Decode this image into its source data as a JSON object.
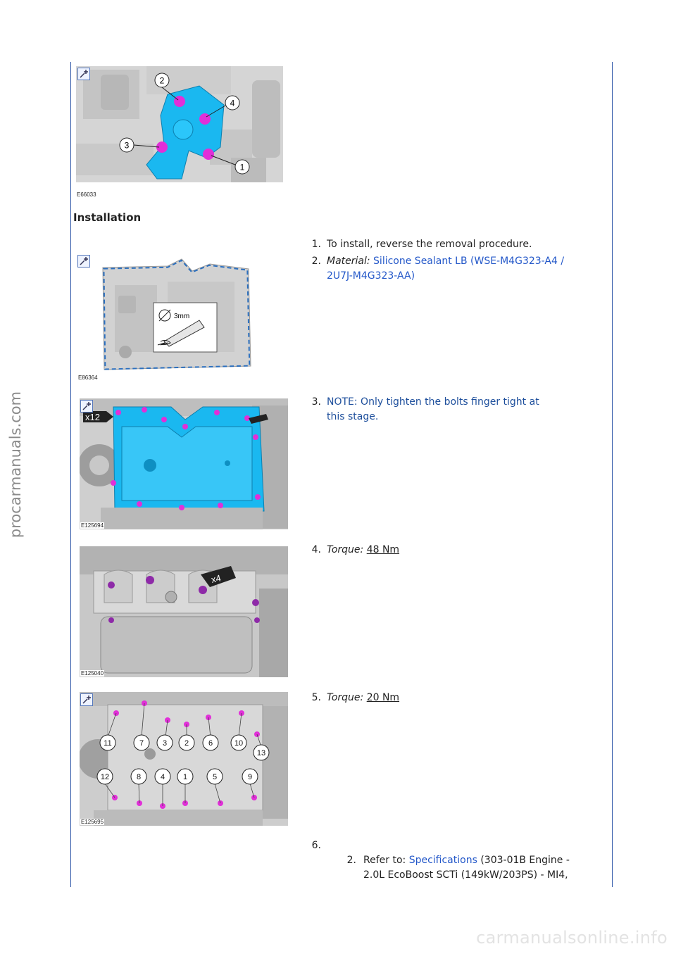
{
  "watermarks": {
    "side": "procarmanuals.com",
    "bottom": "carmanualsonline.info"
  },
  "figures": [
    {
      "code": "E66033",
      "icon": "zoom-plus-icon",
      "callouts": [
        "2",
        "4",
        "3",
        "1"
      ]
    },
    {
      "code": "E86364",
      "icon": "zoom-plus-icon",
      "callouts": [
        "3mm"
      ]
    },
    {
      "code": "E125694",
      "icon": "zoom-plus-icon",
      "callouts": [
        "x12"
      ]
    },
    {
      "code": "E125040",
      "icon": "zoom-plus-icon",
      "callouts": [
        "x4"
      ]
    },
    {
      "code": "E125695",
      "icon": "zoom-plus-icon",
      "callouts": [
        "11",
        "7",
        "3",
        "2",
        "6",
        "10",
        "13",
        "12",
        "8",
        "4",
        "1",
        "5",
        "9"
      ]
    }
  ],
  "section": {
    "heading": "Installation"
  },
  "steps": [
    {
      "number": "1.",
      "text": "To install, reverse the removal procedure."
    },
    {
      "number": "2.",
      "label": "Material:",
      "value": "Silicone Sealant LB (WSE-M4G323-A4 /",
      "value_line2": "2U7J-M4G323-AA)"
    },
    {
      "number": "3.",
      "note": "NOTE: Only tighten the bolts finger tight at",
      "note_line2": "this stage."
    },
    {
      "number": "4.",
      "label": "Torque:",
      "value": "48 Nm"
    },
    {
      "number": "5.",
      "label": "Torque:",
      "value": "20 Nm"
    },
    {
      "number": "6.",
      "sub": {
        "number": "2.",
        "prefix": "Refer to:",
        "link": "Specifications",
        "suffix": "(303-01B Engine -",
        "line2": "2.0L EcoBoost SCTi (149kW/203PS) - MI4,"
      }
    }
  ],
  "colors": {
    "rule": "#2d55a8",
    "link": "#2458c9",
    "highlight": "#1ab8f0",
    "bolt": "#e12fd8"
  }
}
